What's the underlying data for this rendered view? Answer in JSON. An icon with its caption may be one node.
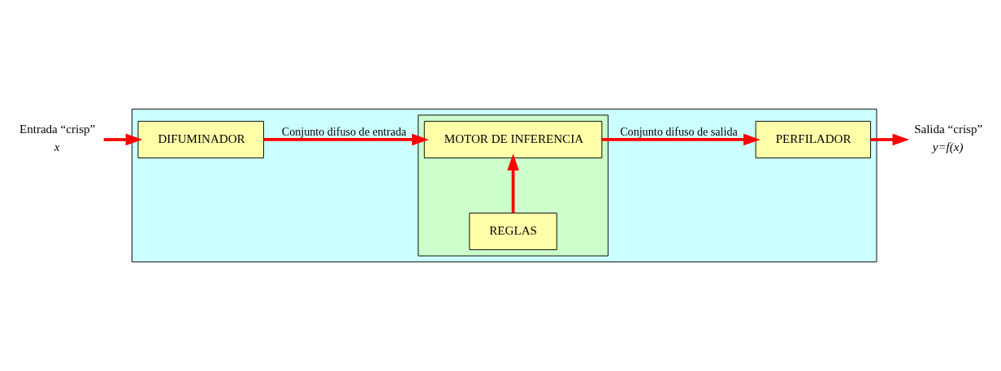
{
  "diagram": {
    "nodes": [
      {
        "text": [
          "Entrada “crisp”"
        ],
        "beside": [
          "x"
        ]
      },
      {
        "text": [],
        "shape": "box"
      },
      {
        "text": [
          "DIFUMINADOR"
        ],
        "in": 1
      },
      {
        "text": [],
        "shape": "box",
        "in": 1
      },
      {
        "text": [
          "REGLAS"
        ],
        "in": 3
      },
      {
        "text": [
          "MOTOR DE INFERENCIA"
        ],
        "in": 3
      },
      {
        "text": [
          "PERFILADOR"
        ],
        "in": 1
      },
      {
        "text": [
          "Salida “crisp”"
        ],
        "beside": [
          "y=f(x)"
        ]
      }
    ],
    "edges": [
      {
        "from": 0,
        "to": 2,
        "arrow": "to"
      },
      {
        "from": 2,
        "to": 5,
        "arrow": "to",
        "label": "Conjunto difuso de entrada"
      },
      {
        "from": 4,
        "to": 5,
        "arrow": "to"
      },
      {
        "from": 5,
        "to": 6,
        "arrow": "to",
        "label": "Conjunto difuso de salida"
      },
      {
        "from": 6,
        "to": 7,
        "arrow": "to"
      }
    ]
  }
}
